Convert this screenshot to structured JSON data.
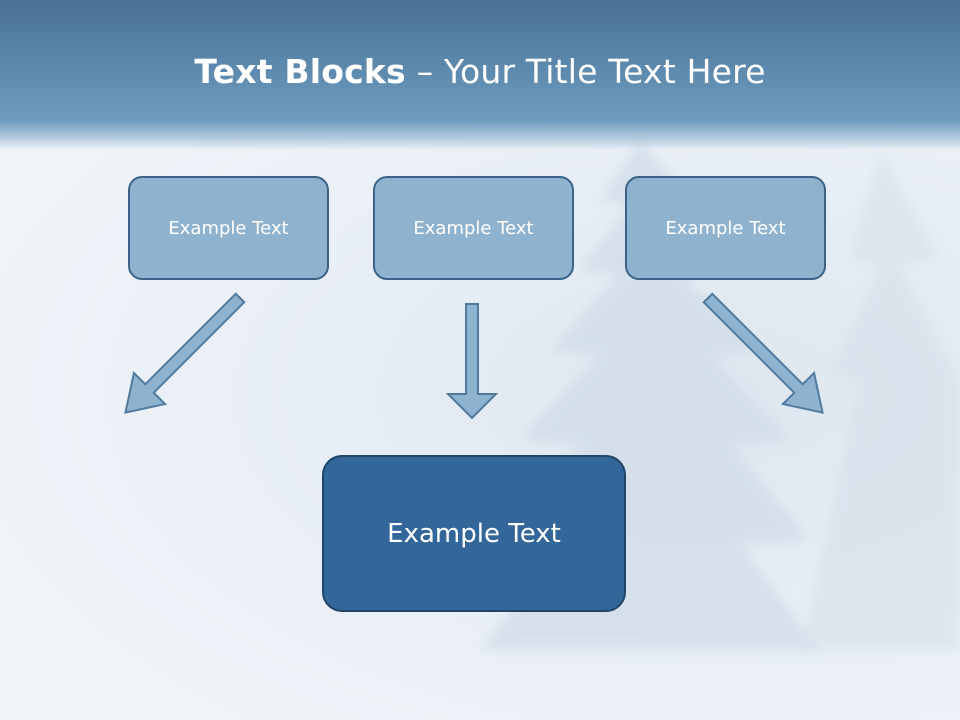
{
  "title": {
    "bold": "Text Blocks",
    "dash": " – ",
    "rest": "Your Title Text Here"
  },
  "boxes": {
    "left": "Example Text",
    "center": "Example Text",
    "right": "Example Text",
    "main": "Example Text"
  },
  "colors": {
    "header": "#5c89ad",
    "box_fill": "#8fb3cf",
    "box_border": "#3a6388",
    "main_fill": "#336699",
    "arrow_fill": "#8fb3cf",
    "arrow_stroke": "#4f7ba0"
  }
}
